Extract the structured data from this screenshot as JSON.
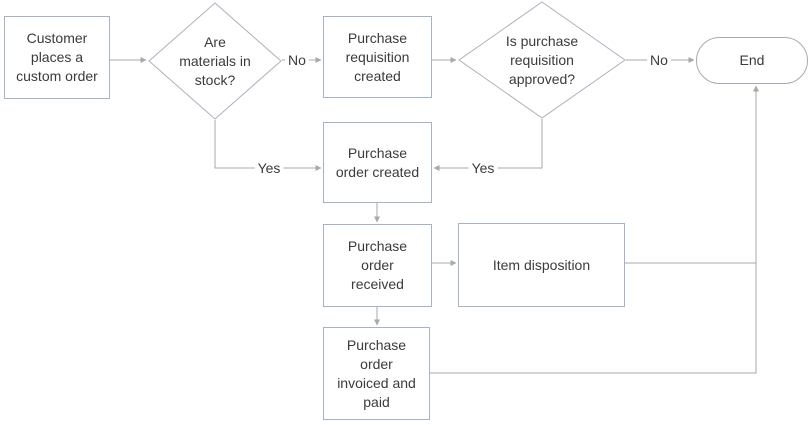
{
  "diagram": {
    "kind": "flowchart",
    "colors": {
      "background": "#ffffff",
      "process_border": "#a6b3c3",
      "decision_border": "#a9b2bc",
      "terminator_border": "#a3acb6",
      "connector": "#a9a9a9",
      "text": "#3b3b3b",
      "shape_fill": "#ffffff"
    },
    "nodes": {
      "start": {
        "shape": "process",
        "label": "Customer\nplaces a\ncustom order"
      },
      "stock_check": {
        "shape": "decision",
        "label": "Are\nmaterials in\nstock?"
      },
      "requisition_created": {
        "shape": "process",
        "label": "Purchase\nrequisition\ncreated"
      },
      "approval_check": {
        "shape": "decision",
        "label": "Is purchase\nrequisition\napproved?"
      },
      "end": {
        "shape": "terminator",
        "label": "End"
      },
      "order_created": {
        "shape": "process",
        "label": "Purchase\norder created"
      },
      "order_received": {
        "shape": "process",
        "label": "Purchase\norder\nreceived"
      },
      "item_disposition": {
        "shape": "process",
        "label": "Item disposition"
      },
      "order_invoiced": {
        "shape": "process",
        "label": "Purchase\norder\ninvoiced and\npaid"
      }
    },
    "edge_labels": {
      "stock_no": "No",
      "stock_yes": "Yes",
      "approved_no": "No",
      "approved_yes": "Yes"
    }
  }
}
